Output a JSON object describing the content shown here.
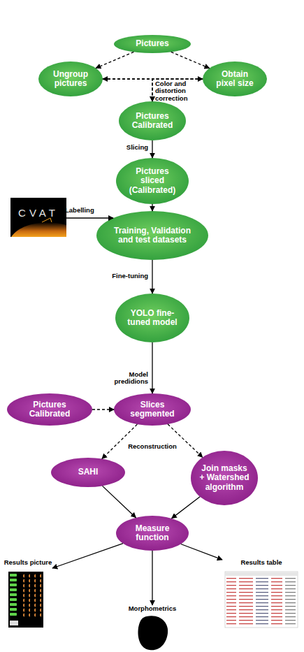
{
  "diagram": {
    "nodes": [
      {
        "text": [
          "Pictures"
        ]
      },
      {
        "text": [
          "Ungroup pictures"
        ]
      },
      {
        "text": [
          "Obtain pixel size"
        ]
      },
      {
        "text": [
          "Pictures Calibrated"
        ]
      },
      {
        "text": [
          "Pictures sliced (Calibrated)"
        ]
      },
      {
        "text": [
          "CVAT"
        ]
      },
      {
        "text": [
          "Training, Validation and test datasets"
        ]
      },
      {
        "text": [
          "YOLO fine-tuned model"
        ]
      },
      {
        "text": [
          "Pictures Calibrated"
        ]
      },
      {
        "text": [
          "Slices segmented"
        ]
      },
      {
        "text": [
          "SAHI"
        ]
      },
      {
        "text": [
          "Join masks + Watershed algorithm"
        ]
      },
      {
        "text": [
          "Measure function"
        ]
      },
      {
        "text": [
          "Results picture"
        ]
      },
      {
        "text": [
          "Morphometrics"
        ]
      },
      {
        "text": [
          "Results table"
        ]
      }
    ],
    "edges": [
      {
        "from": 0,
        "to": 1,
        "arrow": "to"
      },
      {
        "from": 0,
        "to": 2,
        "arrow": "to"
      },
      {
        "from": 1,
        "to": 2,
        "arrow": "both"
      },
      {
        "from": 1,
        "to": 3,
        "arrow": "to",
        "label": "Color and distortion correction"
      },
      {
        "from": 2,
        "to": 3,
        "arrow": "to"
      },
      {
        "from": 3,
        "to": 4,
        "arrow": "to",
        "label": "Slicing"
      },
      {
        "from": 5,
        "to": 6,
        "arrow": "to",
        "label": "Labelling"
      },
      {
        "from": 4,
        "to": 6,
        "arrow": "to"
      },
      {
        "from": 6,
        "to": 7,
        "arrow": "to",
        "label": "Fine-tuning"
      },
      {
        "from": 7,
        "to": 9,
        "arrow": "to",
        "label": "Model predidions"
      },
      {
        "from": 8,
        "to": 9,
        "arrow": "to"
      },
      {
        "from": 9,
        "to": 10,
        "arrow": "to",
        "label": "Reconstruction"
      },
      {
        "from": 9,
        "to": 11,
        "arrow": "to"
      },
      {
        "from": 10,
        "to": 12,
        "arrow": "to"
      },
      {
        "from": 11,
        "to": 12,
        "arrow": "to"
      },
      {
        "from": 12,
        "to": 13,
        "arrow": "to"
      },
      {
        "from": 12,
        "to": 14,
        "arrow": "to"
      },
      {
        "from": 12,
        "to": 15,
        "arrow": "to"
      }
    ]
  }
}
